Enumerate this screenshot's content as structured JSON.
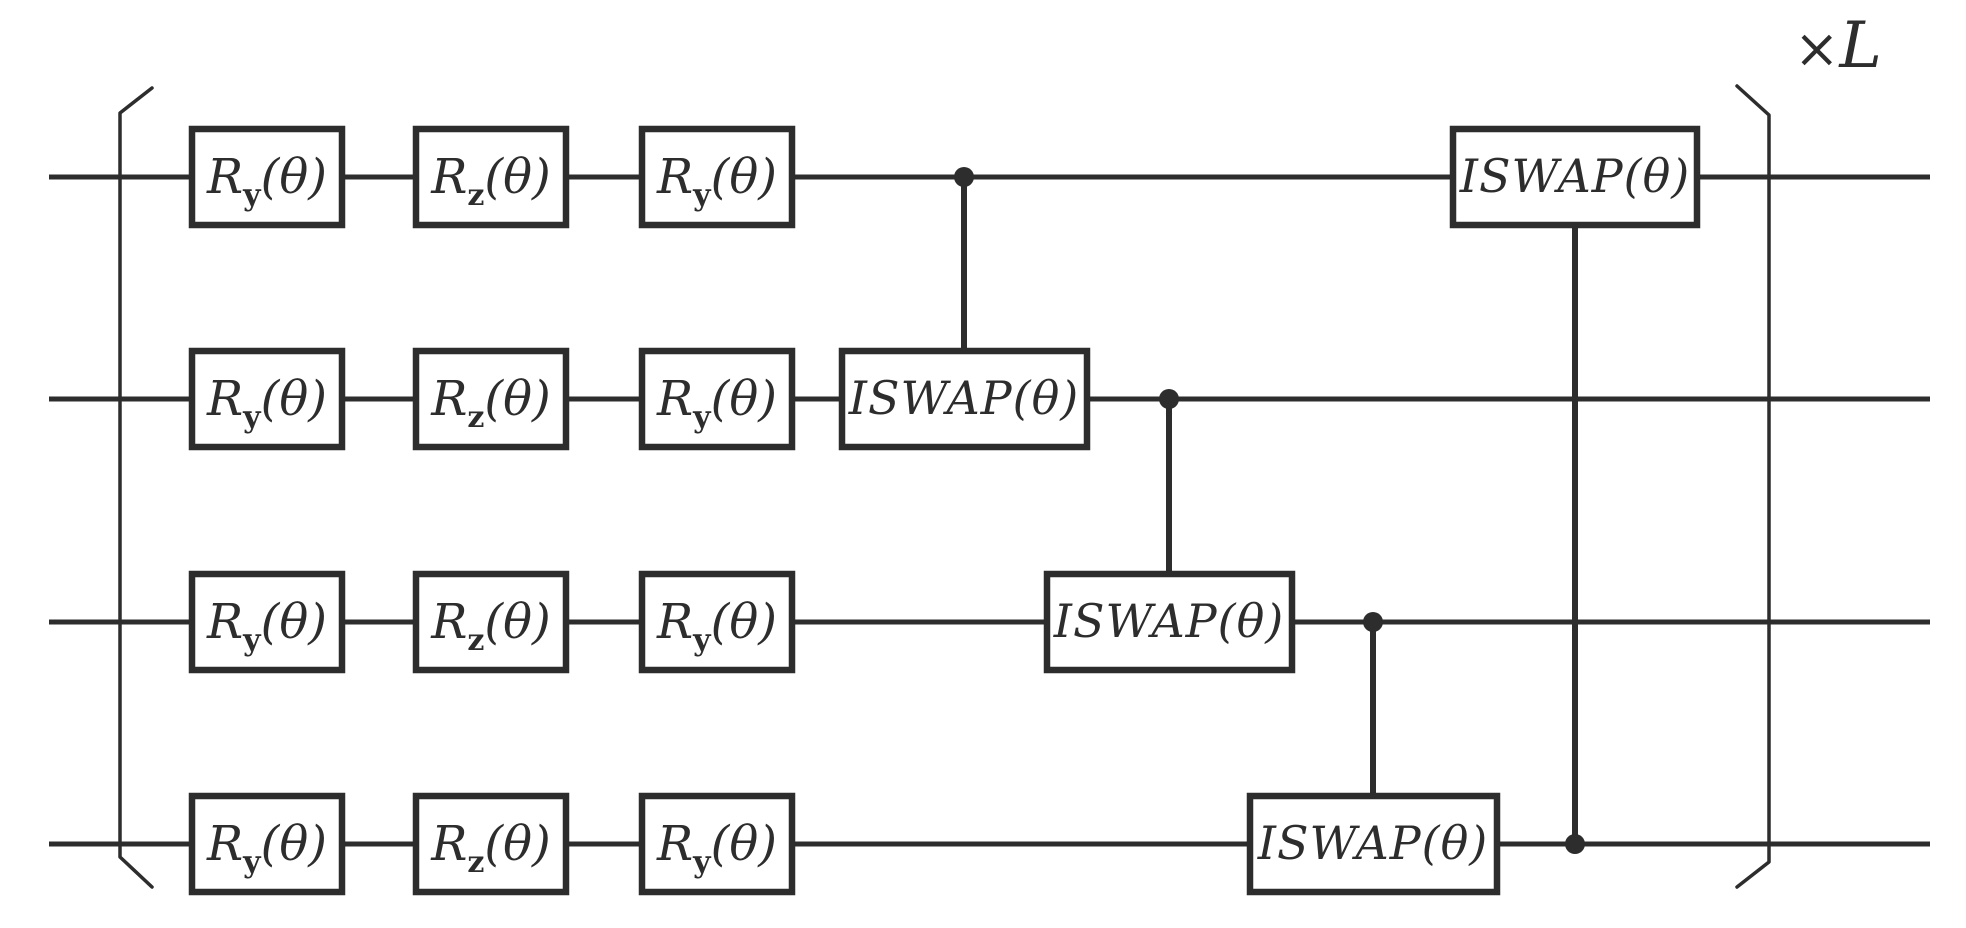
{
  "diagram_type": "quantum-circuit",
  "colors": {
    "stroke": "#2d2d2d",
    "background": "#ffffff"
  },
  "num_qubits": 4,
  "repeat": {
    "times_symbol": "×",
    "label": "L"
  },
  "gate_labels": {
    "ry": {
      "main": "R",
      "sub": "y",
      "args": "(θ)"
    },
    "rz": {
      "main": "R",
      "sub": "z",
      "args": "(θ)"
    },
    "iswap": "ISWAP(θ)"
  },
  "structure": {
    "rotation_columns": [
      {
        "gate": "ry",
        "wires": [
          1,
          2,
          3,
          4
        ]
      },
      {
        "gate": "rz",
        "wires": [
          1,
          2,
          3,
          4
        ]
      },
      {
        "gate": "ry",
        "wires": [
          1,
          2,
          3,
          4
        ]
      }
    ],
    "entanglers": [
      {
        "gate": "iswap",
        "box_wire": 2,
        "control_wire": 1
      },
      {
        "gate": "iswap",
        "box_wire": 3,
        "control_wire": 2
      },
      {
        "gate": "iswap",
        "box_wire": 4,
        "control_wire": 3
      },
      {
        "gate": "iswap",
        "box_wire": 1,
        "control_wire": 4
      }
    ]
  }
}
